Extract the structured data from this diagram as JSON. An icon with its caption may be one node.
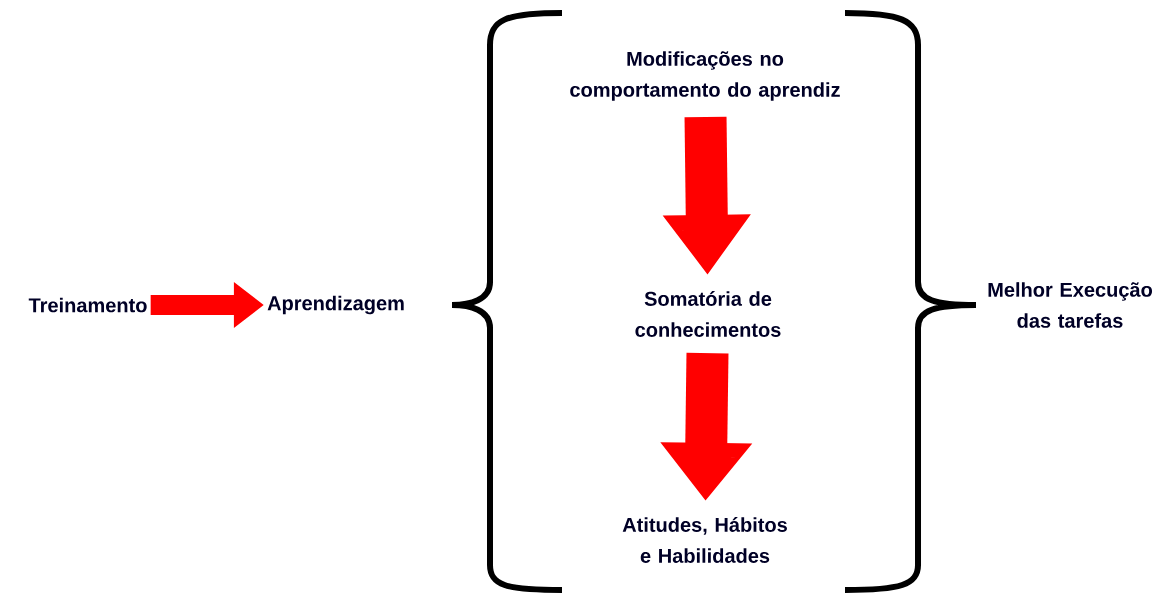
{
  "diagram": {
    "nodes": [
      {
        "text": [
          "Treinamento"
        ]
      },
      {
        "text": [
          "Aprendizagem"
        ]
      },
      {
        "text": [
          "Modificações no comportamento do aprendiz"
        ]
      },
      {
        "text": [
          "Somatória de conhecimentos"
        ]
      },
      {
        "text": [
          "Atitudes, Hábitos e Habilidades"
        ]
      },
      {
        "text": [
          "Melhor Execução das tarefas"
        ]
      }
    ],
    "edges": [
      {
        "from": 0,
        "to": 1,
        "arrow": "to"
      },
      {
        "from": 2,
        "to": 3,
        "arrow": "to"
      },
      {
        "from": 3,
        "to": 4,
        "arrow": "to"
      }
    ]
  }
}
